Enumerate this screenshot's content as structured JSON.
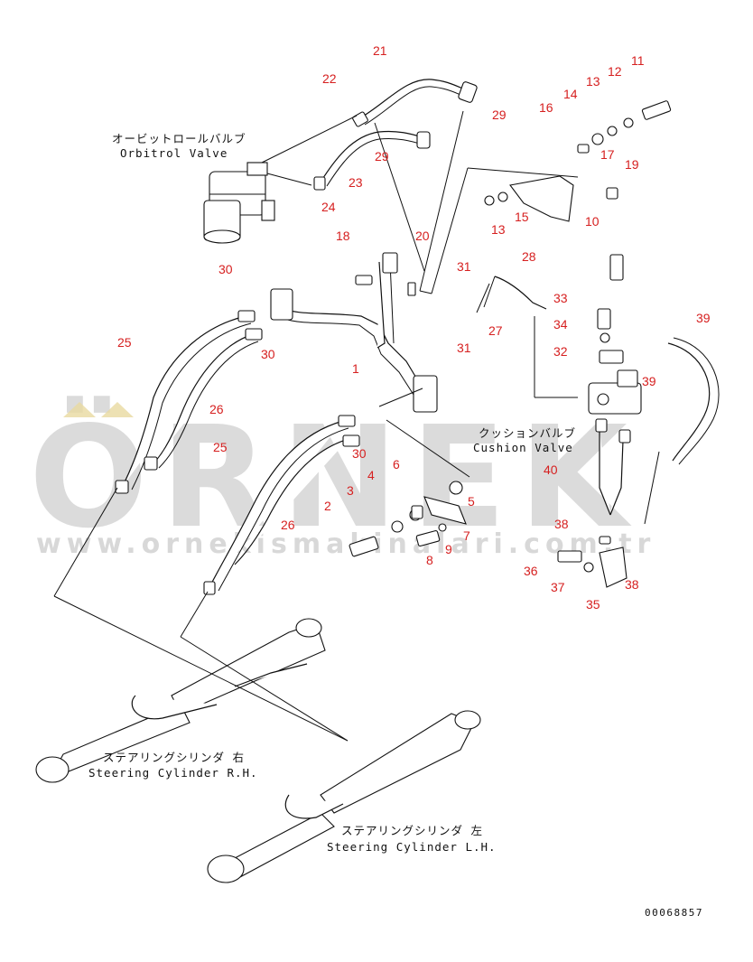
{
  "watermark": {
    "brand": "ÖRNEK",
    "url": "www.ornekismakinalari.com.tr",
    "color": "#c8c8c8"
  },
  "captions": {
    "orbitrol_jp": "オービットロールバルブ",
    "orbitrol_en": "Orbitrol Valve",
    "cushion_jp": "クッションバルブ",
    "cushion_en": "Cushion Valve",
    "cyl_rh_jp": "ステアリングシリンダ 右",
    "cyl_rh_en": "Steering Cylinder R.H.",
    "cyl_lh_jp": "ステアリングシリンダ 左",
    "cyl_lh_en": "Steering Cylinder L.H."
  },
  "drawing_code": "00068857",
  "callout_color": "#d62020",
  "callouts": {
    "n1": "1",
    "n2": "2",
    "n3": "3",
    "n4": "4",
    "n5": "5",
    "n6": "6",
    "n7": "7",
    "n8": "8",
    "n9": "9",
    "n10": "10",
    "n11": "11",
    "n12": "12",
    "n13a": "13",
    "n13b": "13",
    "n14": "14",
    "n15": "15",
    "n16": "16",
    "n17": "17",
    "n18": "18",
    "n19": "19",
    "n20": "20",
    "n21": "21",
    "n22": "22",
    "n23": "23",
    "n24": "24",
    "n25a": "25",
    "n25b": "25",
    "n26a": "26",
    "n26b": "26",
    "n27": "27",
    "n28": "28",
    "n29a": "29",
    "n29b": "29",
    "n30a": "30",
    "n30b": "30",
    "n30c": "30",
    "n31a": "31",
    "n31b": "31",
    "n32": "32",
    "n33": "33",
    "n34": "34",
    "n35": "35",
    "n36": "36",
    "n37": "37",
    "n38a": "38",
    "n38b": "38",
    "n39a": "39",
    "n39b": "39",
    "n40": "40"
  }
}
